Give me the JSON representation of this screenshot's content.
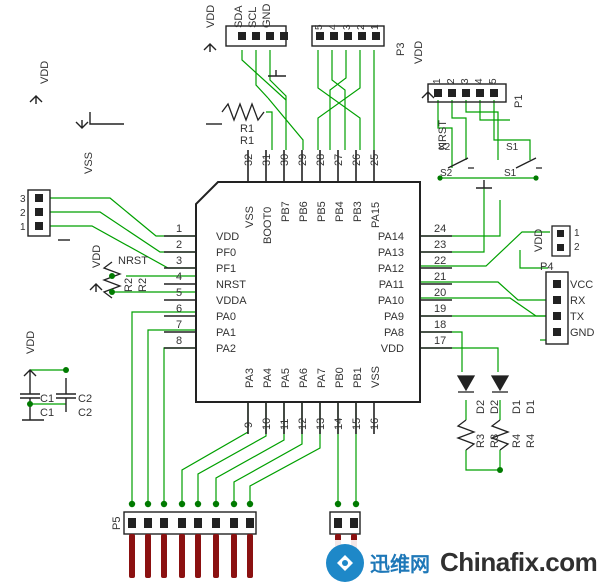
{
  "chip": {
    "left_pins": [
      {
        "num": "1",
        "label": "VDD"
      },
      {
        "num": "2",
        "label": "PF0"
      },
      {
        "num": "3",
        "label": "PF1"
      },
      {
        "num": "4",
        "label": "NRST"
      },
      {
        "num": "5",
        "label": "VDDA"
      },
      {
        "num": "6",
        "label": "PA0"
      },
      {
        "num": "7",
        "label": "PA1"
      },
      {
        "num": "8",
        "label": "PA2"
      }
    ],
    "bottom_pins": [
      {
        "num": "9",
        "label": "PA3"
      },
      {
        "num": "10",
        "label": "PA4"
      },
      {
        "num": "11",
        "label": "PA5"
      },
      {
        "num": "12",
        "label": "PA6"
      },
      {
        "num": "13",
        "label": "PA7"
      },
      {
        "num": "14",
        "label": "PB0"
      },
      {
        "num": "15",
        "label": "PB1"
      },
      {
        "num": "16",
        "label": "VSS"
      }
    ],
    "right_pins": [
      {
        "num": "24",
        "label": "PA14"
      },
      {
        "num": "23",
        "label": "PA13"
      },
      {
        "num": "22",
        "label": "PA12"
      },
      {
        "num": "21",
        "label": "PA11"
      },
      {
        "num": "20",
        "label": "PA10"
      },
      {
        "num": "19",
        "label": "PA9"
      },
      {
        "num": "18",
        "label": "PA8"
      },
      {
        "num": "17",
        "label": "VDD"
      }
    ],
    "top_pins": [
      {
        "num": "32",
        "label": "VSS"
      },
      {
        "num": "31",
        "label": "BOOT0"
      },
      {
        "num": "30",
        "label": "PB7"
      },
      {
        "num": "29",
        "label": "PB6"
      },
      {
        "num": "28",
        "label": "PB5"
      },
      {
        "num": "27",
        "label": "PB4"
      },
      {
        "num": "26",
        "label": "PB3"
      },
      {
        "num": "25",
        "label": "PA15"
      }
    ]
  },
  "power": {
    "vdd": "VDD",
    "vss": "VSS"
  },
  "connectors": {
    "p2_pins": [
      "VDD",
      "SDA",
      "SCL",
      "GND"
    ],
    "p3": "P3",
    "p3_pins": [
      "5",
      "4",
      "3",
      "2",
      "1"
    ],
    "p1": "P1",
    "p1_pins": [
      "1",
      "2",
      "3",
      "4",
      "5"
    ],
    "p4": "P4",
    "p4_pins": [
      "VCC",
      "RX",
      "TX",
      "GND"
    ],
    "jumper_pins": [
      "1",
      "2"
    ],
    "p5": "P5",
    "left3_pins": [
      "3",
      "2",
      "1"
    ]
  },
  "parts": {
    "r1a": "R1",
    "r1b": "R1",
    "r2a": "R2",
    "r2b": "R2",
    "nrst_a": "NRST",
    "nrst_b": "NRST",
    "c1": "C1",
    "c2a": "C2",
    "c2b": "C2",
    "c3": "C1",
    "s2a": "S2",
    "s2b": "S2",
    "s1a": "S1",
    "s1b": "S1",
    "d2a": "D2",
    "d2b": "D2",
    "d1a": "D1",
    "d1b": "D1",
    "r3a": "R3",
    "r3b": "R3",
    "r4a": "R4",
    "r4b": "R4"
  },
  "watermark": {
    "cn": "迅维网",
    "en": "Chinafix.com"
  },
  "colors": {
    "wire": "#00a000",
    "line": "#222222",
    "junction": "#007a00",
    "header_pin": "#8b1111"
  }
}
